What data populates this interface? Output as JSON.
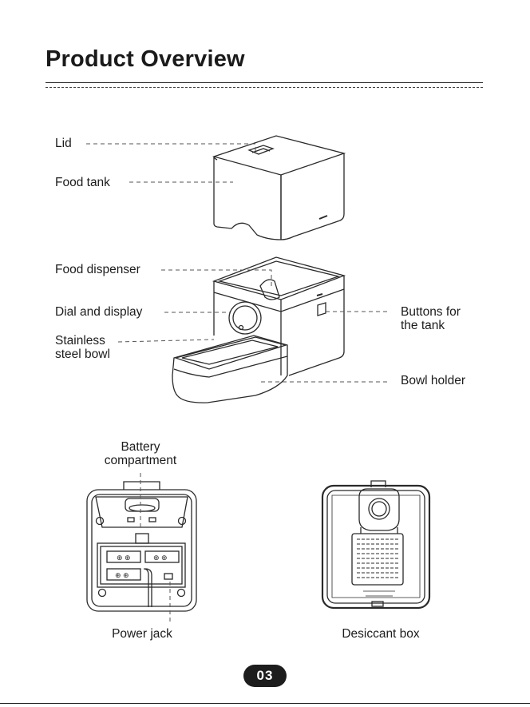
{
  "page": {
    "title": "Product Overview",
    "page_number": "03"
  },
  "labels": {
    "lid": "Lid",
    "food_tank": "Food tank",
    "food_dispenser": "Food dispenser",
    "dial_and_display": "Dial and display",
    "stainless_steel_bowl": "Stainless\nsteel bowl",
    "buttons_for_tank": "Buttons for\nthe tank",
    "bowl_holder": "Bowl holder",
    "battery_compartment": "Battery\ncompartment",
    "power_jack": "Power jack",
    "desiccant_box": "Desiccant box"
  }
}
